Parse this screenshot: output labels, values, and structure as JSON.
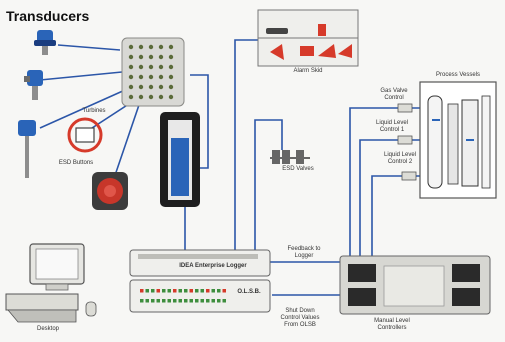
{
  "title": "Transducers",
  "labels": {
    "alarm_skid": "Alarm Skid",
    "process_vessels": "Process Vessels",
    "gas_valve_control": "Gas Valve Control",
    "liquid_level_1": "Liquid Level Control 1",
    "liquid_level_2": "Liquid Level Control 2",
    "turbines": "Turbines",
    "esd_buttons": "ESD Buttons",
    "esd_valves": "ESD Valves",
    "feedback": "Feedback to Logger",
    "shutdown": "Shut Down Control Values From OLSB",
    "manual_level": "Manual Level Controllers",
    "desktop": "Desktop",
    "logger": "IDEA Enterprise Logger",
    "olsb": "O.L.S.B."
  },
  "colors": {
    "wire": "#2c56a8",
    "alarm_red": "#d63a2a",
    "esd_red": "#c7362a",
    "panel_grey": "#d7d7d2",
    "device_blue": "#2a64b8"
  }
}
